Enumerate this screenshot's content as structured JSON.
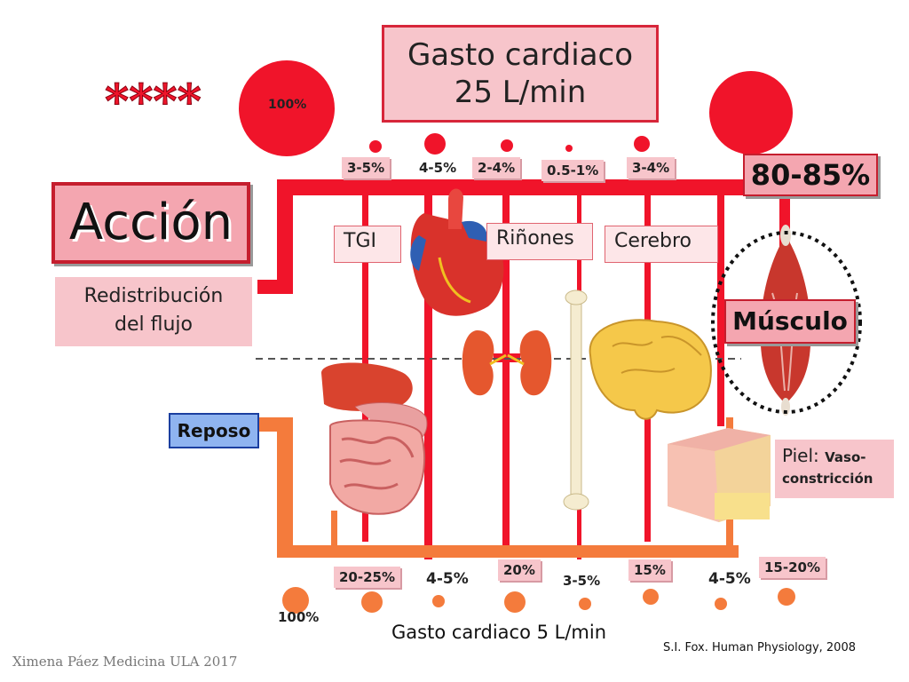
{
  "title": {
    "line1": "Gasto cardiaco",
    "line2": "25 L/min"
  },
  "stars": "****",
  "action": {
    "label": "Acción",
    "subtitle_line1": "Redistribución",
    "subtitle_line2": "del flujo"
  },
  "rest": {
    "label": "Reposo",
    "output": "Gasto cardiaco 5 L/min"
  },
  "top_percents": {
    "total": "100%",
    "tgi": "3-5%",
    "heart": "4-5%",
    "kidneys": "2-4%",
    "bone": "0.5-1%",
    "brain": "3-4%",
    "muscle": "80-85%"
  },
  "bottom_percents": {
    "total": "100%",
    "tgi": "20-25%",
    "heart": "4-5%",
    "kidneys": "20%",
    "bone": "3-5%",
    "brain": "15%",
    "skin": "4-5%",
    "muscle": "15-20%"
  },
  "organs": {
    "tgi": "TGI",
    "kidneys": "Riñones",
    "brain": "Cerebro",
    "muscle": "Músculo"
  },
  "skin": {
    "label": "Piel:",
    "detail_line1": "Vaso-",
    "detail_line2": "constricción"
  },
  "credits": {
    "author": "Ximena Páez Medicina ULA 2017",
    "source": "S.I. Fox. Human Physiology, 2008"
  },
  "colors": {
    "action_red": "#f0142a",
    "rest_orange": "#f47b3c",
    "label_pink": "#f7c5cb",
    "box_pink": "#f4a6b0",
    "rest_blue": "#8fb4f0"
  }
}
